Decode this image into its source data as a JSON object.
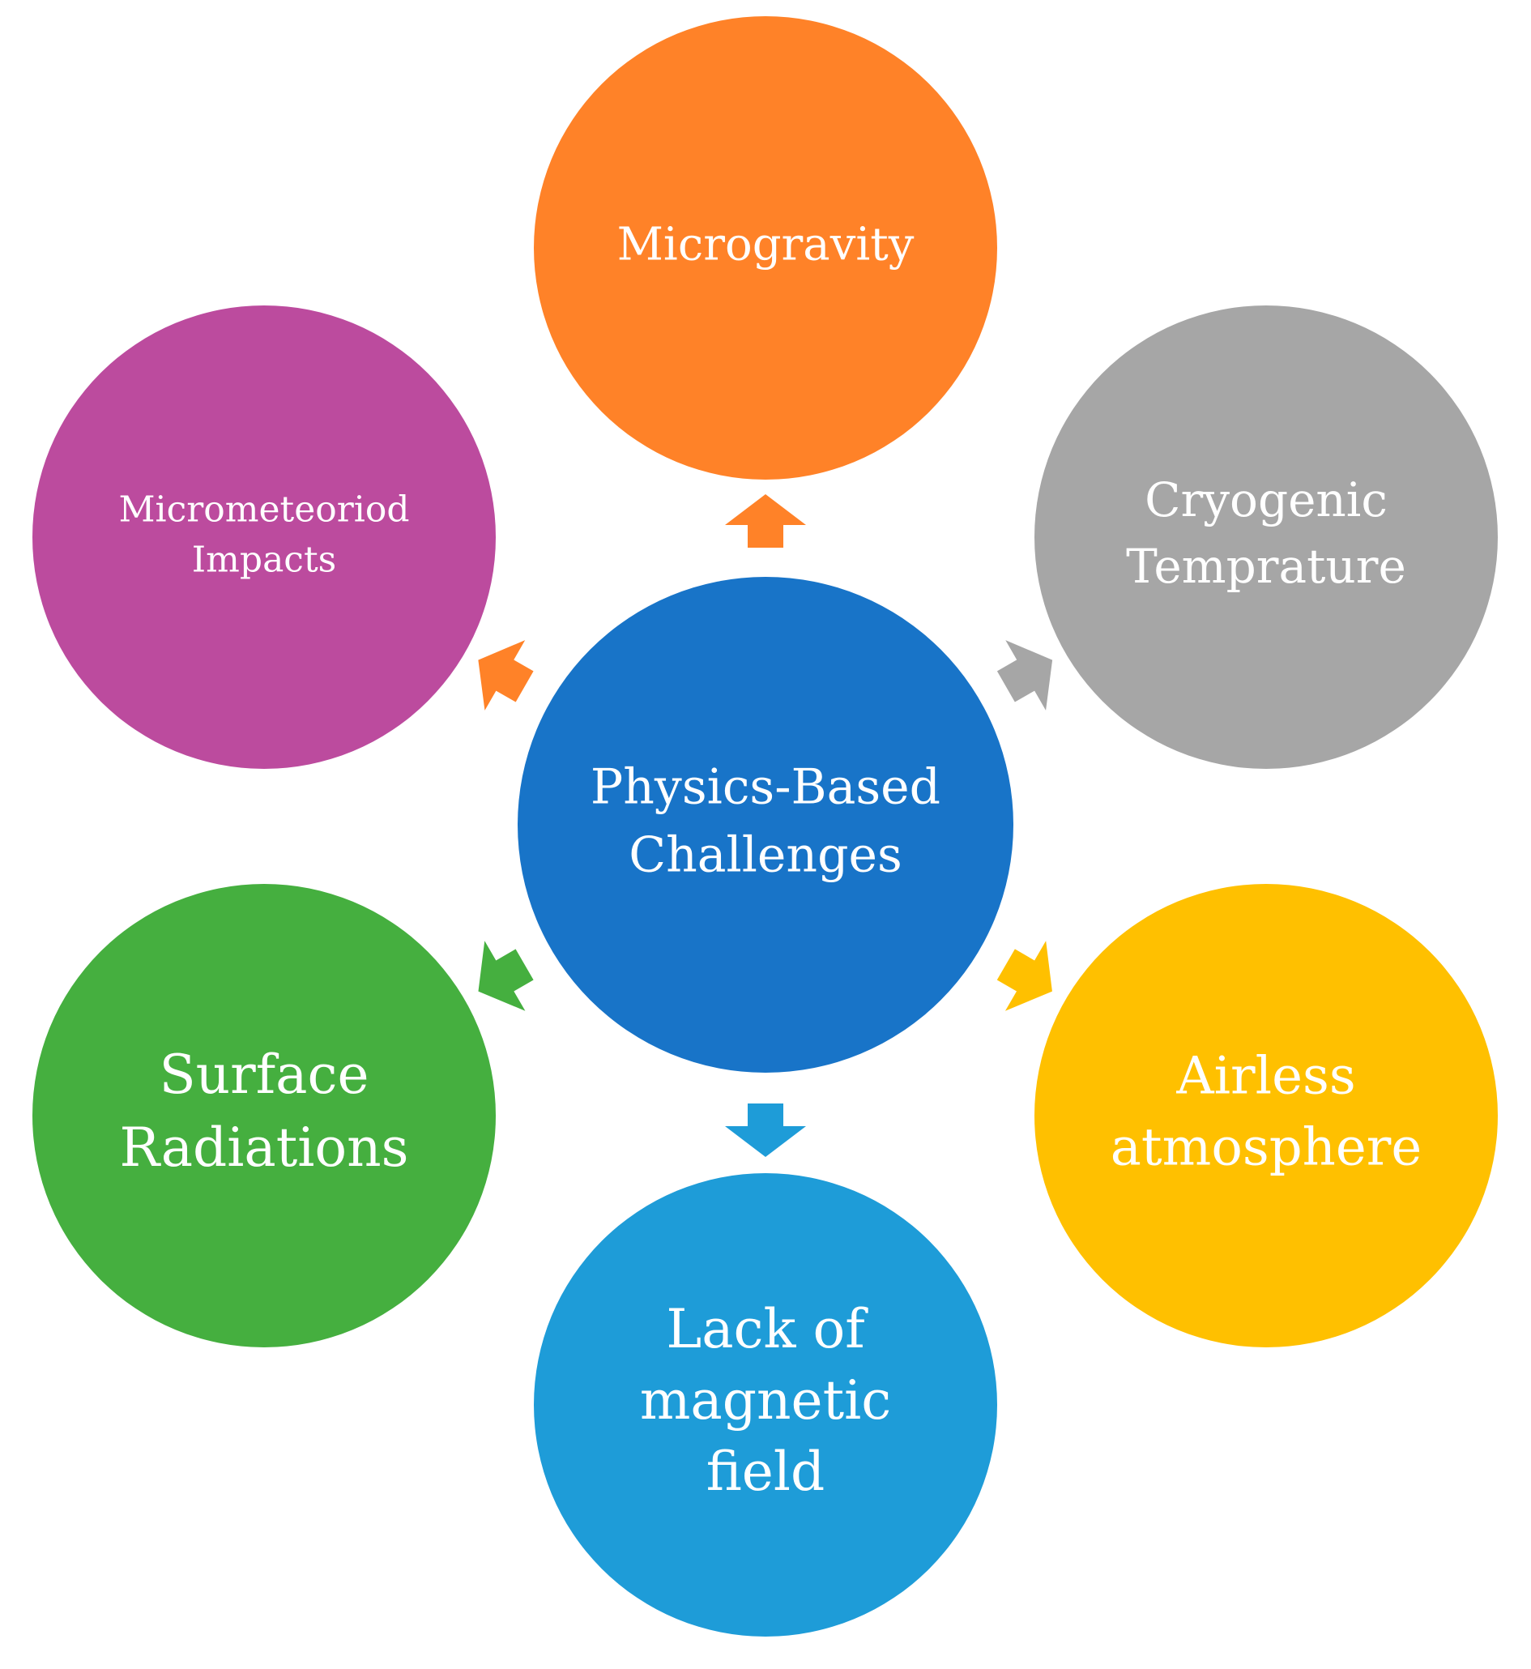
{
  "diagram": {
    "center": {
      "lines": [
        "Physics-Based",
        "Challenges"
      ],
      "color": "#1874C8"
    },
    "nodes": [
      {
        "id": "microgravity",
        "lines": [
          "Microgravity"
        ],
        "color": "#FF8228",
        "arrow_color": "#FF8228"
      },
      {
        "id": "cryogenic",
        "lines": [
          "Cryogenic",
          "Temprature"
        ],
        "color": "#A6A6A6",
        "arrow_color": "#A6A6A6"
      },
      {
        "id": "airless",
        "lines": [
          "Airless",
          "atmosphere"
        ],
        "color": "#FFC000",
        "arrow_color": "#FFC000"
      },
      {
        "id": "magnetic",
        "lines": [
          "Lack of",
          "magnetic",
          "field"
        ],
        "color": "#1E9CD8",
        "arrow_color": "#1E9CD8"
      },
      {
        "id": "surface",
        "lines": [
          "Surface",
          "Radiations"
        ],
        "color": "#45AF3F",
        "arrow_color": "#45AF3F"
      },
      {
        "id": "micrometeoroid",
        "lines": [
          "Micrometeoriod",
          "Impacts"
        ],
        "color": "#BC4B9E",
        "arrow_color": "#FF8228"
      }
    ]
  }
}
